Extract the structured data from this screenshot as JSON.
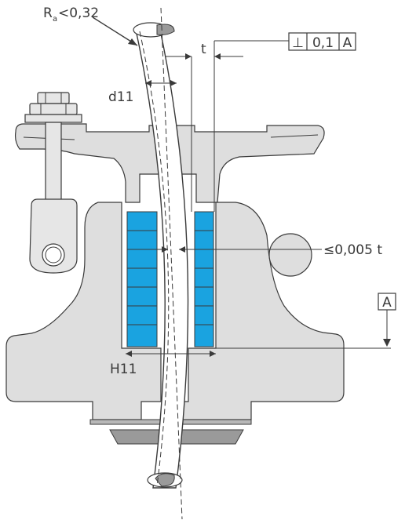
{
  "labels": {
    "roughness_main": "R",
    "roughness_sub": "a",
    "roughness_value": "<0,32",
    "shaft_tolerance": "d11",
    "bore_tolerance": "H11",
    "thickness_symbol": "t",
    "clearance_note": "≤0,005 t",
    "datum": "A"
  },
  "gdt_frame": {
    "symbol": "⊥",
    "tolerance": "0,1",
    "datum": "A"
  },
  "colors": {
    "seal_blue": "#1aa3e0",
    "body_gray": "#dedede",
    "outline": "#3a3a3a",
    "bolt_gray": "#e6e6e6"
  }
}
